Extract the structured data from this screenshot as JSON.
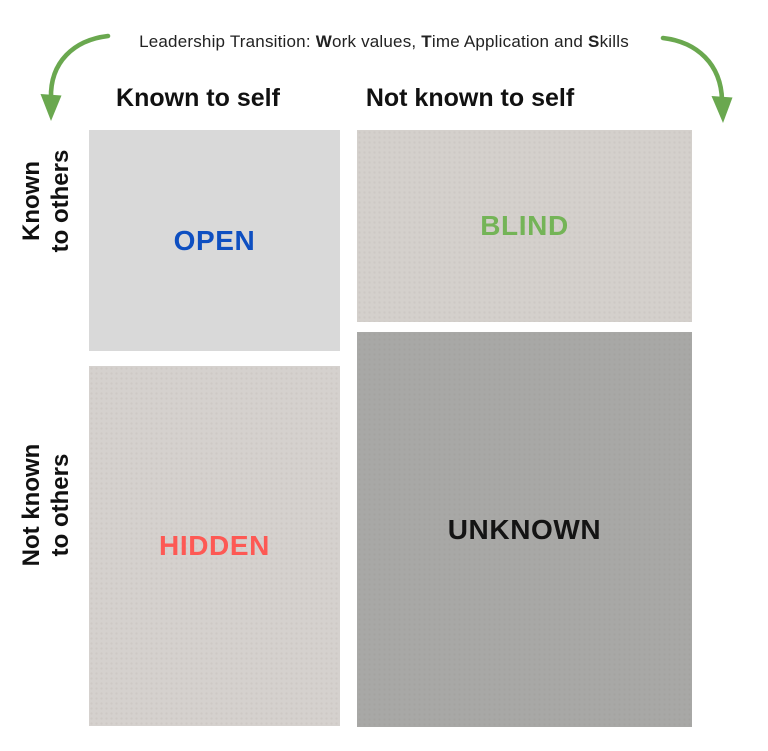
{
  "title": {
    "part1": "Leadership Transition: ",
    "bold1": "W",
    "part2": "ork values, ",
    "bold2": "T",
    "part3": "ime Application and ",
    "bold3": "S",
    "part4": "kills"
  },
  "columns": [
    {
      "label": "Known to self"
    },
    {
      "label": "Not known to self"
    }
  ],
  "rows": [
    {
      "line1": "Known",
      "line2": "to others"
    },
    {
      "line1": "Not known",
      "line2": "to others"
    }
  ],
  "quadrants": [
    {
      "id": "open",
      "label": "OPEN",
      "bg": "#d9d9d9",
      "text_color": "#0e4fc1"
    },
    {
      "id": "blind",
      "label": "BLIND",
      "bg": "#d4d0cc",
      "text_color": "#74b457"
    },
    {
      "id": "hidden",
      "label": "HIDDEN",
      "bg": "#d5d1ce",
      "text_color": "#fd5954"
    },
    {
      "id": "unknown",
      "label": "UNKNOWN",
      "bg": "#a8a8a6",
      "text_color": "#141414"
    }
  ],
  "colors": {
    "arrow_green": "#6aa84f",
    "heading_text": "#111111",
    "background": "#ffffff"
  }
}
